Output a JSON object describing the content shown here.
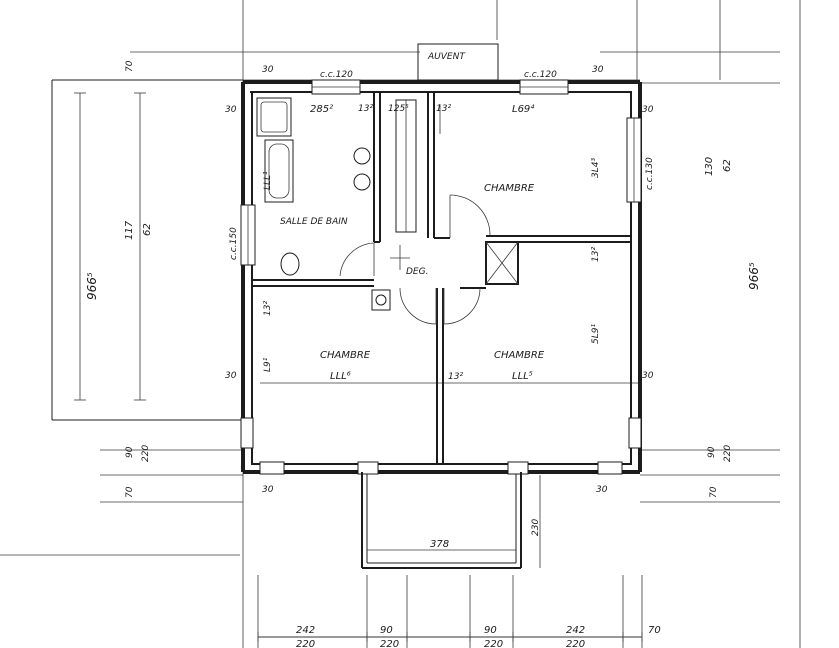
{
  "rooms": {
    "bath": "SALLE DE BAIN",
    "deg": "DEG.",
    "bedroom_ne": "CHAMBRE",
    "bedroom_sw": "CHAMBRE",
    "bedroom_se": "CHAMBRE"
  },
  "auvent": "AUVENT",
  "windows": {
    "top_left": "c.c.120",
    "top_right": "c.c.120",
    "left": "c.c.150",
    "right": "c.c.130"
  },
  "interior_dims": {
    "bath_width": "285²",
    "wall_13_a": "13²",
    "corridor_width": "125⁵",
    "wall_13_b": "13²",
    "ne_width": "L69⁴",
    "ne_height": "3L4³",
    "bath_height": "LLL¹",
    "wall_13_c": "13²",
    "se_height": "5L9¹",
    "sw_wall": "13²",
    "sw_height": "L9¹",
    "sw_width": "LLL⁶",
    "wall_13_d": "13²",
    "se_width": "LLL⁵",
    "bay_width": "378",
    "bay_depth": "230"
  },
  "outer_dims": {
    "left_total": "966⁵",
    "right_total": "966⁵",
    "left_117": "117",
    "left_62": "62",
    "right_130": "130",
    "right_62": "62",
    "top_70": "70",
    "bottom_70_left": "70",
    "bottom_70_right": "70",
    "side_90_left": "90",
    "side_220_left": "220",
    "side_90_right": "90",
    "side_220_right": "220",
    "wall_30_tl": "30",
    "wall_30_tr": "30",
    "wall_30_ml": "30",
    "wall_30_mr": "30",
    "wall_30_bl": "30",
    "wall_30_br": "30",
    "wall_30_top": "30",
    "wall_30_top2": "30"
  },
  "bottom_dims": {
    "top_row": [
      "242",
      "90",
      "90",
      "242",
      "70"
    ],
    "bottom_row": [
      "220",
      "220",
      "220",
      "220"
    ]
  }
}
